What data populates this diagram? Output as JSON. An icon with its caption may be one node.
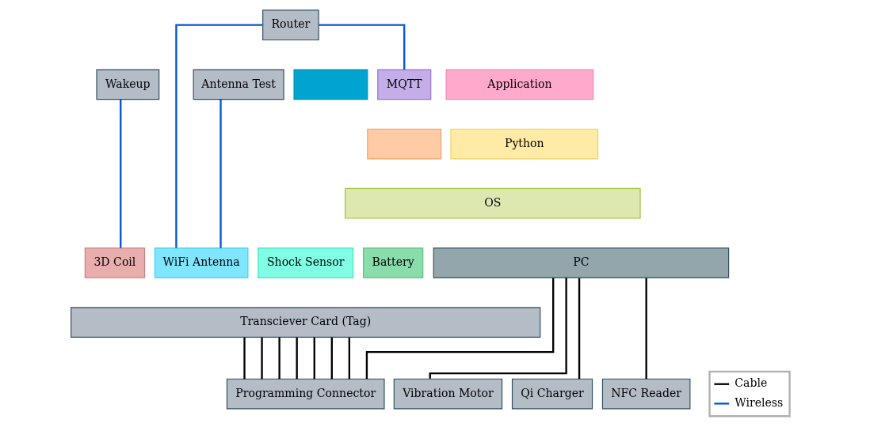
{
  "diagram": {
    "nodes": [
      {
        "text": [
          "Router"
        ]
      },
      {
        "text": [
          "Wakeup"
        ]
      },
      {
        "text": [
          "Antenna Test"
        ]
      },
      {
        "text": [],
        "shape": "box"
      },
      {
        "text": [
          "MQTT"
        ]
      },
      {
        "text": [
          "Application"
        ]
      },
      {
        "text": [],
        "shape": "box"
      },
      {
        "text": [
          "Python"
        ]
      },
      {
        "text": [
          "OS"
        ]
      },
      {
        "text": [
          "3D Coil"
        ]
      },
      {
        "text": [
          "WiFi Antenna"
        ]
      },
      {
        "text": [
          "Shock Sensor"
        ]
      },
      {
        "text": [
          "Battery"
        ]
      },
      {
        "text": [
          "PC"
        ]
      },
      {
        "text": [
          "Transciever Card (Tag)"
        ]
      },
      {
        "text": [
          "Programming Connector"
        ]
      },
      {
        "text": [
          "Vibration Motor"
        ]
      },
      {
        "text": [
          "Qi Charger"
        ]
      },
      {
        "text": [
          "NFC Reader"
        ]
      }
    ],
    "edges": [
      {
        "from": 9,
        "to": 1,
        "arrow": "none",
        "color": "#0055d4"
      },
      {
        "from": 10,
        "to": 2,
        "arrow": "none",
        "color": "#0055d4"
      },
      {
        "from": 10,
        "to": 0,
        "arrow": "none",
        "color": "#0055d4"
      },
      {
        "from": 0,
        "to": 4,
        "arrow": "none",
        "color": "#0055d4"
      },
      {
        "from": 14,
        "to": 15,
        "arrow": "none"
      },
      {
        "from": 14,
        "to": 15,
        "arrow": "none"
      },
      {
        "from": 14,
        "to": 15,
        "arrow": "none"
      },
      {
        "from": 14,
        "to": 15,
        "arrow": "none"
      },
      {
        "from": 14,
        "to": 15,
        "arrow": "none"
      },
      {
        "from": 14,
        "to": 15,
        "arrow": "none"
      },
      {
        "from": 14,
        "to": 15,
        "arrow": "none"
      },
      {
        "from": 16,
        "to": 13,
        "arrow": "none"
      },
      {
        "from": 17,
        "to": 13,
        "arrow": "none"
      },
      {
        "from": 18,
        "to": 13,
        "arrow": "none"
      },
      {
        "from": 15,
        "to": 13,
        "arrow": "none"
      }
    ],
    "legend": [
      {
        "text": "Cable"
      },
      {
        "text": "Wireless"
      }
    ]
  }
}
